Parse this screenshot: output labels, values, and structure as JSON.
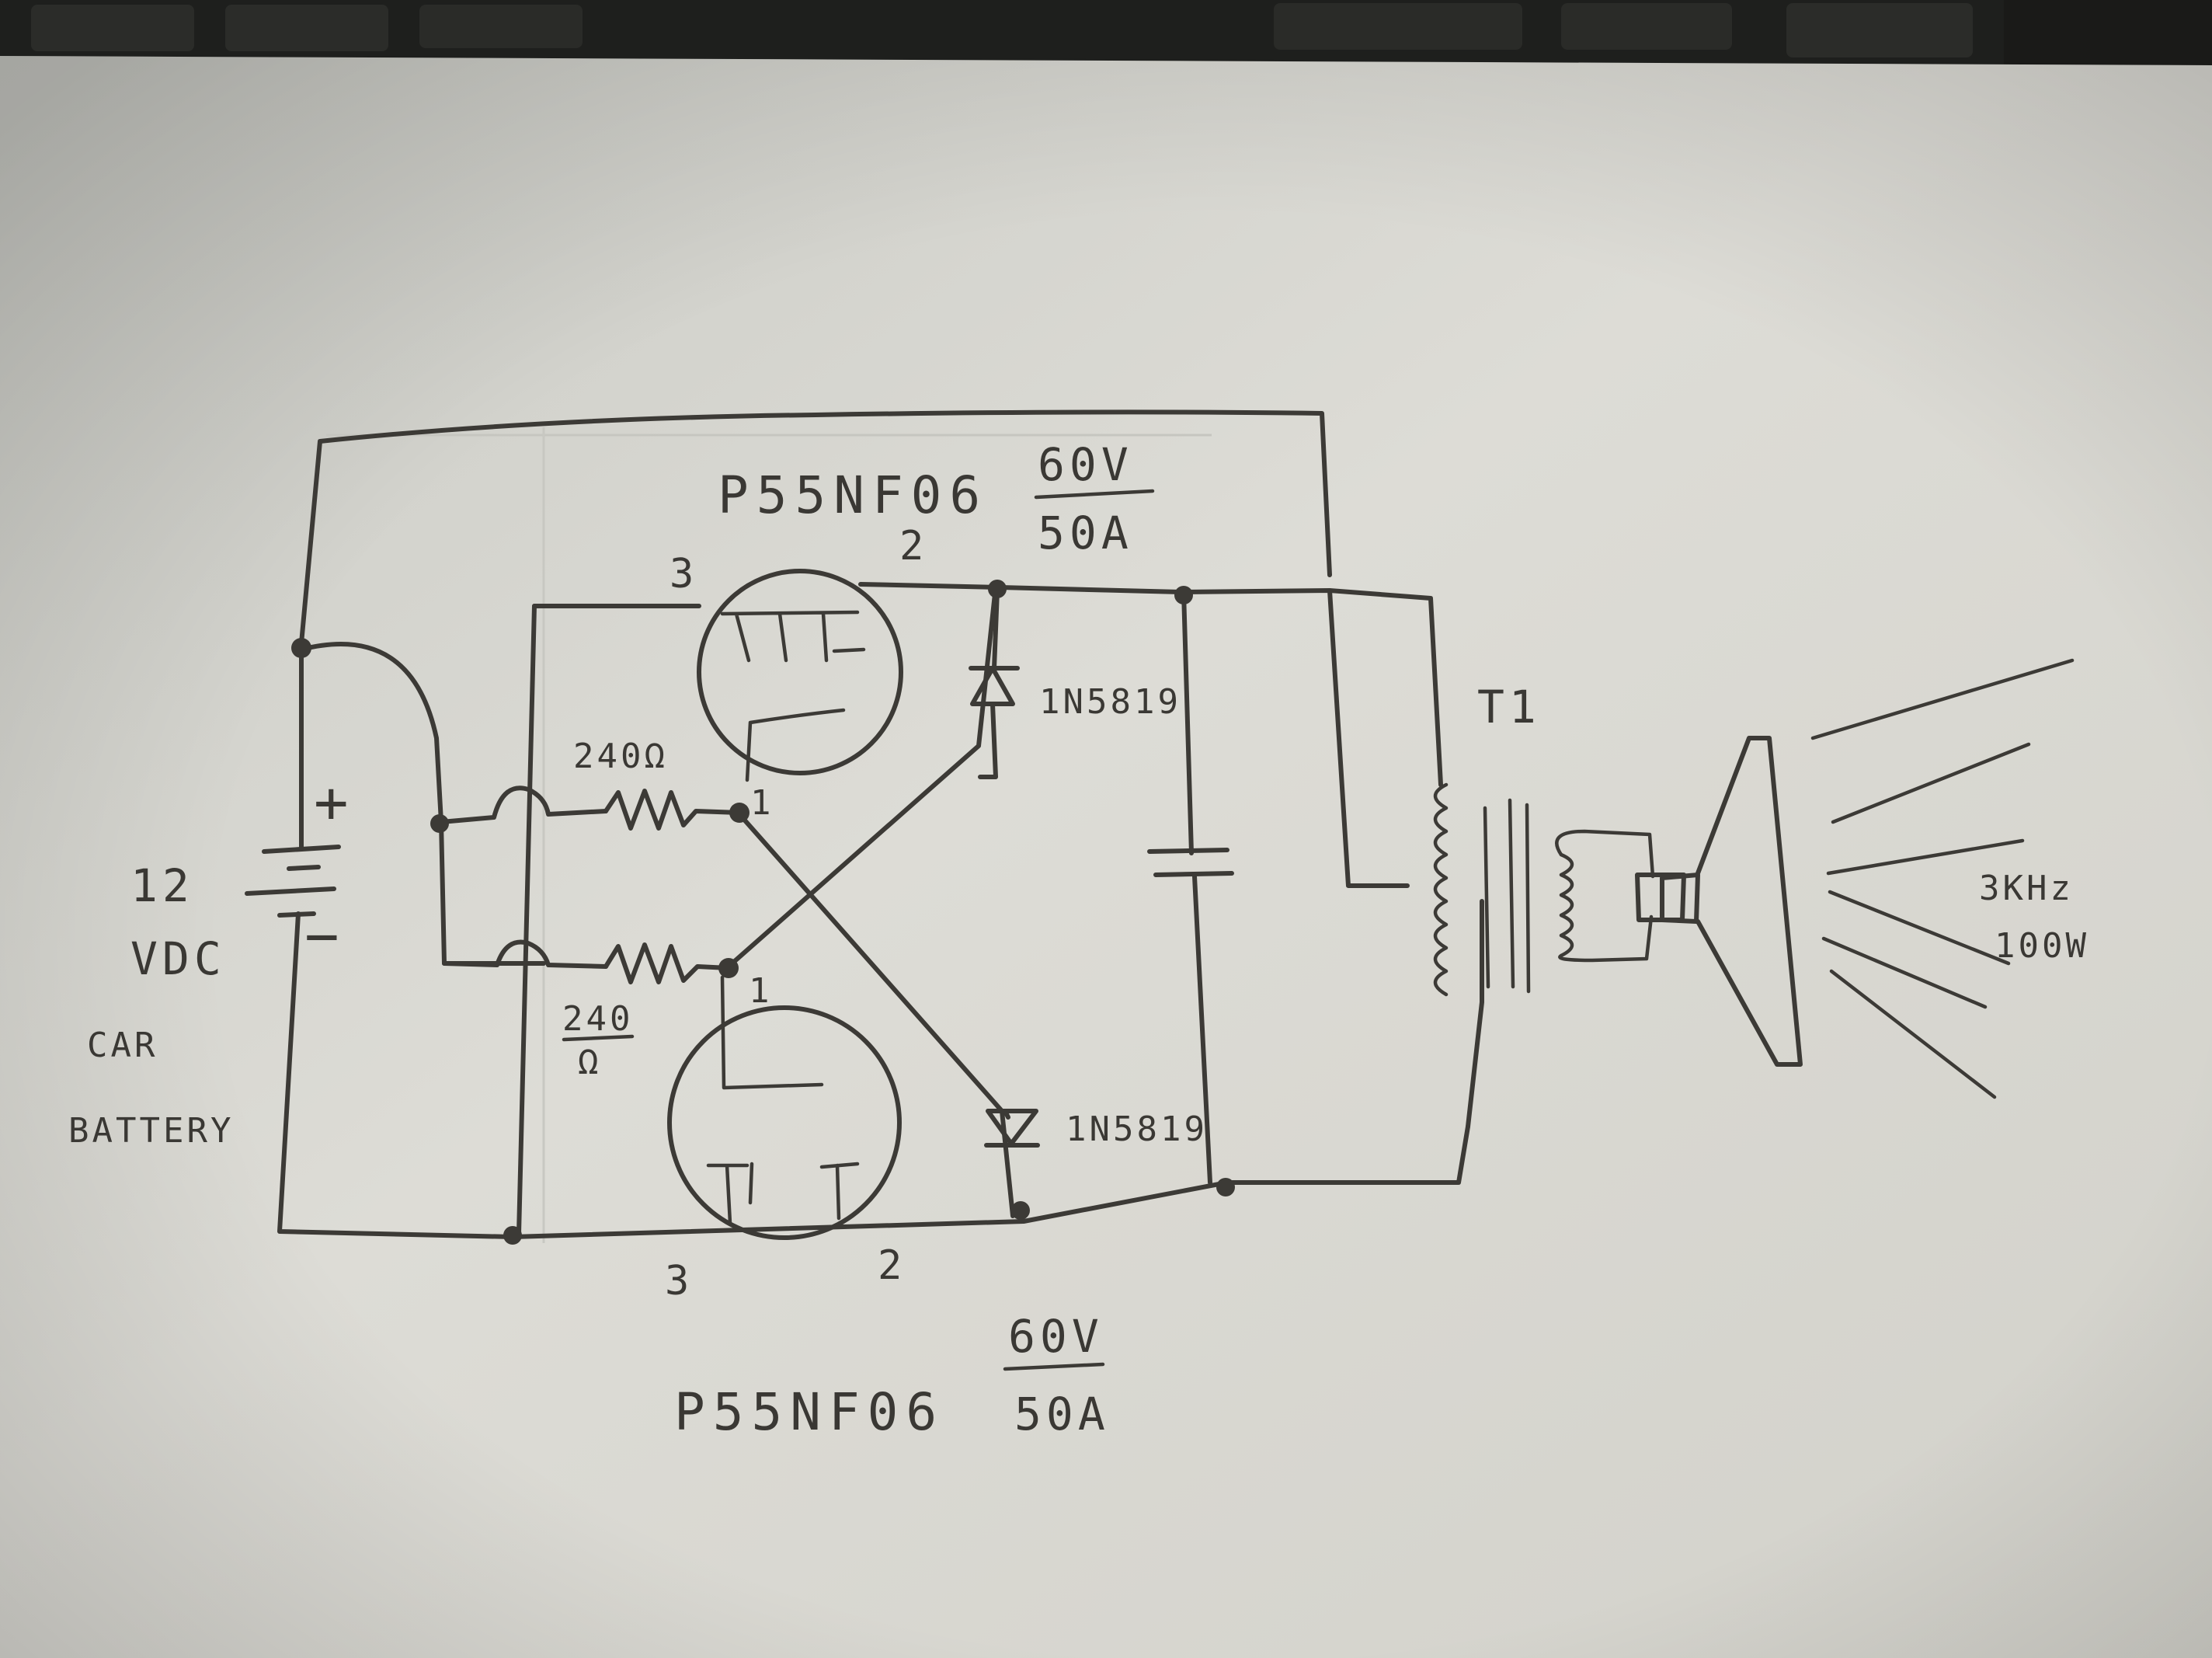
{
  "battery": {
    "voltage": "12",
    "unit": "VDC",
    "line1": "CAR",
    "line2": "BATTERY",
    "plus": "+",
    "minus": "−"
  },
  "mosfet_top": {
    "part": "P55NF06",
    "rating_v": "60V",
    "rating_a": "50A",
    "pin_source": "3",
    "pin_drain": "2",
    "pin_gate": "1"
  },
  "mosfet_bottom": {
    "part": "P55NF06",
    "rating_v": "60V",
    "rating_a": "50A",
    "pin_source": "3",
    "pin_drain": "2",
    "pin_gate": "1"
  },
  "resistor_top": {
    "value": "240Ω"
  },
  "resistor_bottom": {
    "value": "240",
    "unit": "Ω"
  },
  "diode_top": {
    "part": "1N5819"
  },
  "diode_bottom": {
    "part": "1N5819"
  },
  "transformer": {
    "label": "T1"
  },
  "output": {
    "frequency": "3KHz",
    "power": "100W"
  },
  "colors": {
    "paper": "#dcdcd6",
    "ink": "#3c3a36",
    "background": "#1c1c1a"
  }
}
